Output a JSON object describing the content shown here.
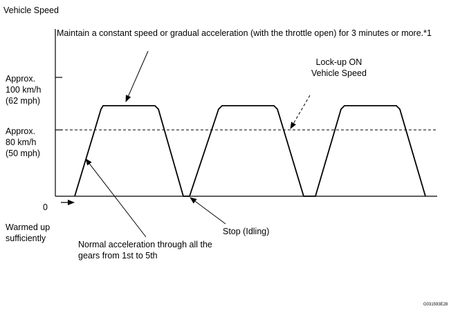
{
  "y_axis_label": "Vehicle Speed",
  "instruction_note": "Maintain a constant speed or gradual acceleration (with the throttle open) for 3 minutes or more.*1",
  "speed_levels": {
    "high": [
      "Approx.",
      "100 km/h",
      "(62 mph)"
    ],
    "low": [
      "Approx.",
      "80 km/h",
      "(50 mph)"
    ]
  },
  "zero_label": "0",
  "lockup_label": [
    "Lock-up ON",
    "Vehicle Speed"
  ],
  "start_label": [
    "Warmed up",
    "sufficiently"
  ],
  "stop_label": "Stop (Idling)",
  "accel_label": [
    "Normal acceleration through all the",
    "gears from 1st to 5th"
  ],
  "figure_code": "G031593E28",
  "colors": {
    "ink": "#000000",
    "background": "#ffffff"
  }
}
